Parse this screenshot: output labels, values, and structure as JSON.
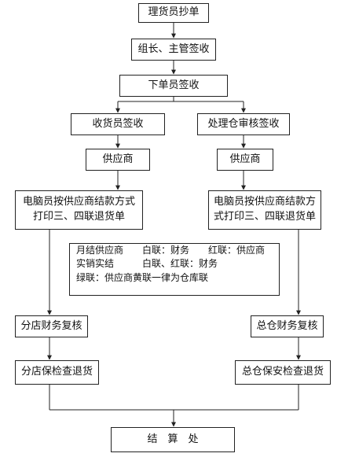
{
  "nodes": {
    "clerk_copy": "理货员抄单",
    "leader_sign": "组长、主管签收",
    "order_sign": "下单员签收",
    "receiver_sign": "收货员签收",
    "audit_sign": "处理仓审核签收",
    "supplier_left": "供应商",
    "supplier_right": "供应商",
    "print_left": [
      "电脑员按供应商结款方式",
      "打印三、四联退货单"
    ],
    "print_right": [
      "电脑员按供应商结款方",
      "式打印三、四联退货单"
    ],
    "branch_finance": "分店财务复核",
    "head_finance": "总仓财务复核",
    "branch_check": "分店保检查退货",
    "head_check": "总仓保安检查退货",
    "settlement": "结　算　处"
  },
  "note": [
    "月结供应商　　白联：财务　　红联：供应商",
    "实销实结　　　白联、红联：财务",
    "绿联：供应商黄联一律为仓库联"
  ]
}
